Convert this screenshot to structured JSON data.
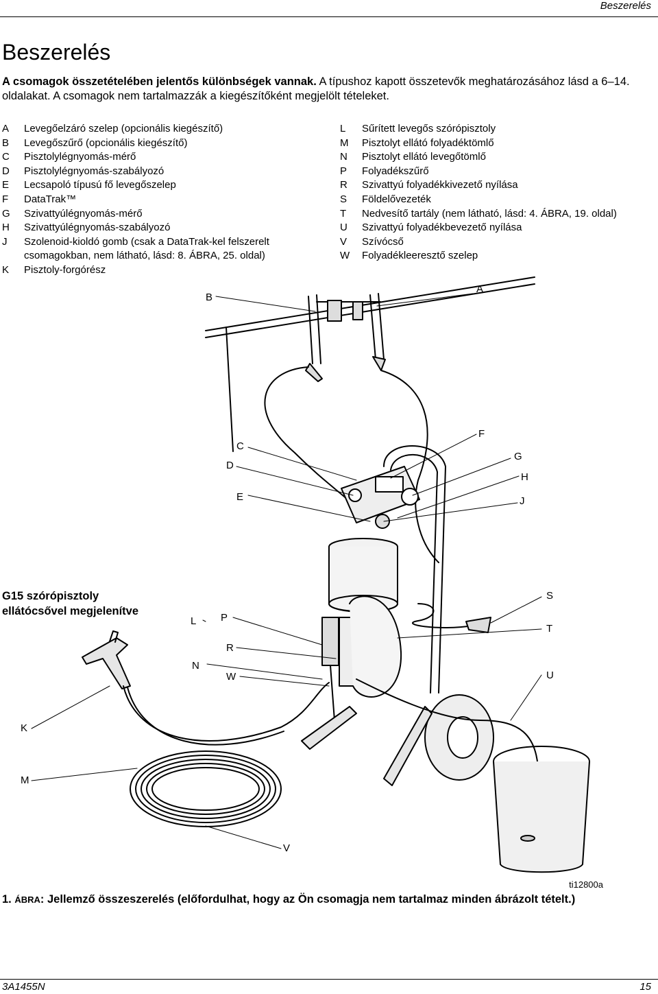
{
  "header": {
    "running_title": "Beszerelés"
  },
  "title": "Beszerelés",
  "intro": {
    "bold": "A csomagok összetételében jelentős különbségek vannak.",
    "text": " A típushoz kapott összetevők meghatározásához lásd a 6–14. oldalakat. A csomagok nem tartalmazzák a kiegészítőként megjelölt tételeket."
  },
  "legend_left": [
    {
      "letter": "A",
      "text": "Levegőelzáró szelep (opcionális kiegészítő)"
    },
    {
      "letter": "B",
      "text": "Levegőszűrő (opcionális kiegészítő)"
    },
    {
      "letter": "C",
      "text": "Pisztolylégnyomás-mérő"
    },
    {
      "letter": "D",
      "text": "Pisztolylégnyomás-szabályozó"
    },
    {
      "letter": "E",
      "text": "Lecsapoló típusú fő levegőszelep"
    },
    {
      "letter": "F",
      "text": "DataTrak™"
    },
    {
      "letter": "G",
      "text": "Szivattyúlégnyomás-mérő"
    },
    {
      "letter": "H",
      "text": "Szivattyúlégnyomás-szabályozó"
    },
    {
      "letter": "J",
      "text": "Szolenoid-kioldó gomb (csak a DataTrak-kel felszerelt csomagokban, nem látható, lásd: 8. ÁBRA, 25. oldal)"
    },
    {
      "letter": "K",
      "text": "Pisztoly-forgórész"
    }
  ],
  "legend_right": [
    {
      "letter": "L",
      "text": "Sűrített levegős szórópisztoly"
    },
    {
      "letter": "M",
      "text": "Pisztolyt ellátó folyadéktömlő"
    },
    {
      "letter": "N",
      "text": "Pisztolyt ellátó levegőtömlő"
    },
    {
      "letter": "P",
      "text": "Folyadékszűrő"
    },
    {
      "letter": "R",
      "text": "Szivattyú folyadékkivezető nyílása"
    },
    {
      "letter": "S",
      "text": "Földelővezeték"
    },
    {
      "letter": "T",
      "text": "Nedvesítő tartály (nem látható, lásd: 4. ÁBRA, 19. oldal)"
    },
    {
      "letter": "U",
      "text": "Szivattyú folyadékbevezető nyílása"
    },
    {
      "letter": "V",
      "text": "Szívócső"
    },
    {
      "letter": "W",
      "text": "Folyadékleeresztő szelep"
    }
  ],
  "figure": {
    "callouts": {
      "A": "A",
      "B": "B",
      "C": "C",
      "D": "D",
      "E": "E",
      "F": "F",
      "G": "G",
      "H": "H",
      "J": "J",
      "K": "K",
      "L": "L",
      "M": "M",
      "N": "N",
      "P": "P",
      "R": "R",
      "S": "S",
      "T": "T",
      "U": "U",
      "V": "V",
      "W": "W"
    },
    "note_line1": "G15 szórópisztoly",
    "note_line2": "ellátócsővel megjelenítve",
    "figure_id": "ti12800a"
  },
  "caption": {
    "number": "1. ",
    "abra": "ÁBRA",
    "text": ": Jellemző összeszerelés (előfordulhat, hogy az Ön csomagja nem tartalmaz minden ábrázolt tételt.)"
  },
  "footer": {
    "doc_id": "3A1455N",
    "page_number": "15"
  }
}
